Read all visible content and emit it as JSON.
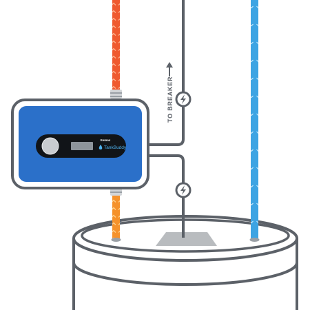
{
  "device": {
    "brand": "Eemax",
    "product": "TankBuddy",
    "display_text": ""
  },
  "wiring": {
    "breaker_label": "TO BREAKER"
  },
  "icons": {
    "bolt_upper": "lightning-bolt-icon",
    "bolt_lower": "lightning-bolt-icon",
    "breaker_arrow": "arrow-up-icon",
    "device_brand_mark": "tankbuddy-logo-icon"
  },
  "colors": {
    "hot_pipe": "#ef5a2f",
    "cold_pipe": "#3da4e3",
    "warm_pipe": "#f5922b",
    "device_body": "#2b70c9",
    "device_frame": "#5c6168",
    "wire": "#5c6168",
    "tank_outline": "#5c6168",
    "junction_plate": "#b9bcbf",
    "control_panel": "#111418",
    "knob": "#c9ccd0",
    "display": "#8d949b"
  }
}
